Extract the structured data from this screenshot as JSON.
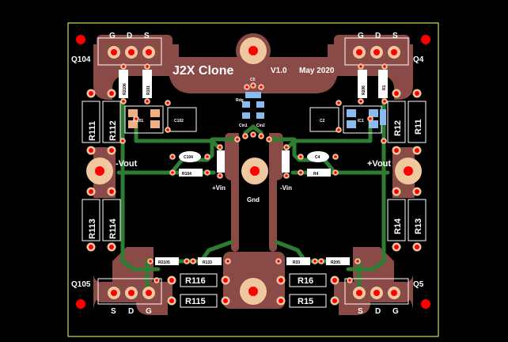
{
  "board": {
    "title": "J2X Clone",
    "version": "V1.0",
    "date": "May 2020",
    "colors": {
      "background": "#000000",
      "copper": "#8a4a46",
      "trace": "#2e7d32",
      "pad_ring": "#f0c8a0",
      "pad_hole": "#ff0000",
      "mount_hole": "#ff0000",
      "silkscreen": "#ffffff",
      "outline": "#ffff66",
      "blue_pad": "#88bbee",
      "orange_pad": "#f0b080"
    }
  },
  "transistors": {
    "q104": {
      "label": "Q104",
      "pins": [
        "G",
        "D",
        "S"
      ]
    },
    "q4": {
      "label": "Q4",
      "pins": [
        "G",
        "D",
        "S"
      ]
    },
    "q105": {
      "label": "Q105",
      "pins": [
        "S",
        "D",
        "G"
      ]
    },
    "q5": {
      "label": "Q5",
      "pins": [
        "S",
        "D",
        "G"
      ]
    }
  },
  "resistors": {
    "r111": "R111",
    "r112": "R112",
    "r11": "R11",
    "r12": "R12",
    "r113": "R113",
    "r114": "R114",
    "r13": "R13",
    "r14": "R14",
    "r116": "R116",
    "r115": "R115",
    "r16": "R16",
    "r15": "R15",
    "r104": "R104",
    "r4": "R4",
    "r133": "R133",
    "r33": "R33",
    "r2106": "R2106",
    "r206": "R206",
    "r101": "R101",
    "r1": "R1",
    "r2105": "R2105",
    "r205": "R205"
  },
  "small": {
    "c104": "C104",
    "c4": "C4",
    "c102": "C102",
    "c2": "C2",
    "ic101": "IC101",
    "ic1": "IC1",
    "rdg": "Rdg",
    "cin1": "Cin1",
    "cin2": "Cin2",
    "top_label": "C5"
  },
  "terminals": {
    "neg_out": "-Vout",
    "pos_out": "+Vout",
    "pos_in": "+Vin",
    "neg_in": "-Vin",
    "gnd": "Gnd"
  }
}
